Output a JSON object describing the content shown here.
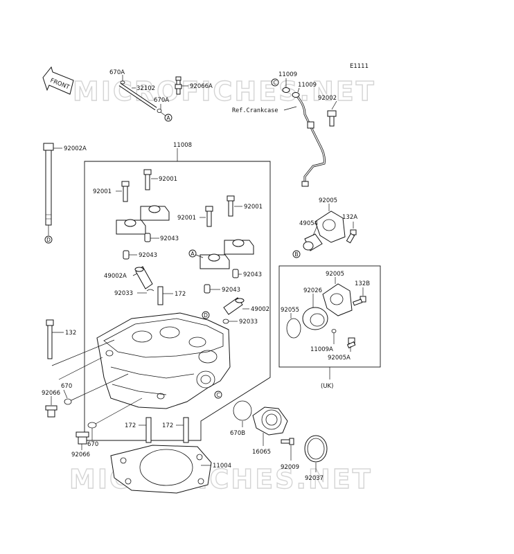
{
  "diagram": {
    "code": "E1111",
    "watermark": "MICROFICHES.NET",
    "front_label": "FRONT",
    "uk_label": "(UK)",
    "ref_crankcase": "Ref.Crankcase",
    "refs": {
      "a": "A",
      "b": "B",
      "c": "C",
      "d": "D"
    },
    "parts": {
      "p670A_top": "670A",
      "p32102": "32102",
      "p670A_mid": "670A",
      "p92066A": "92066A",
      "p11009_top": "11009",
      "p11009_mid": "11009",
      "p92002": "92002",
      "p92002A": "92002A",
      "p11008": "11008",
      "p92001_a": "92001",
      "p92001_b": "92001",
      "p92001_c": "92001",
      "p92001_d": "92001",
      "p92043_a": "92043",
      "p92043_b": "92043",
      "p92043_c": "92043",
      "p92043_d": "92043",
      "p49002A": "49002A",
      "p92033_a": "92033",
      "p172_top": "172",
      "p49002": "49002",
      "p92033_b": "92033",
      "p132": "132",
      "p670_left": "670",
      "p92066_left": "92066",
      "p670_bottom": "670",
      "p92066_bottom": "92066",
      "p172_a": "172",
      "p172_b": "172",
      "p11004": "11004",
      "p92005_top": "92005",
      "p49054": "49054",
      "p132A": "132A",
      "p92005_box": "92005",
      "p92026": "92026",
      "p132B": "132B",
      "p92055": "92055",
      "p11009A": "11009A",
      "p92005A": "92005A",
      "p670B": "670B",
      "p16065": "16065",
      "p92009": "92009",
      "p92037": "92037"
    }
  }
}
